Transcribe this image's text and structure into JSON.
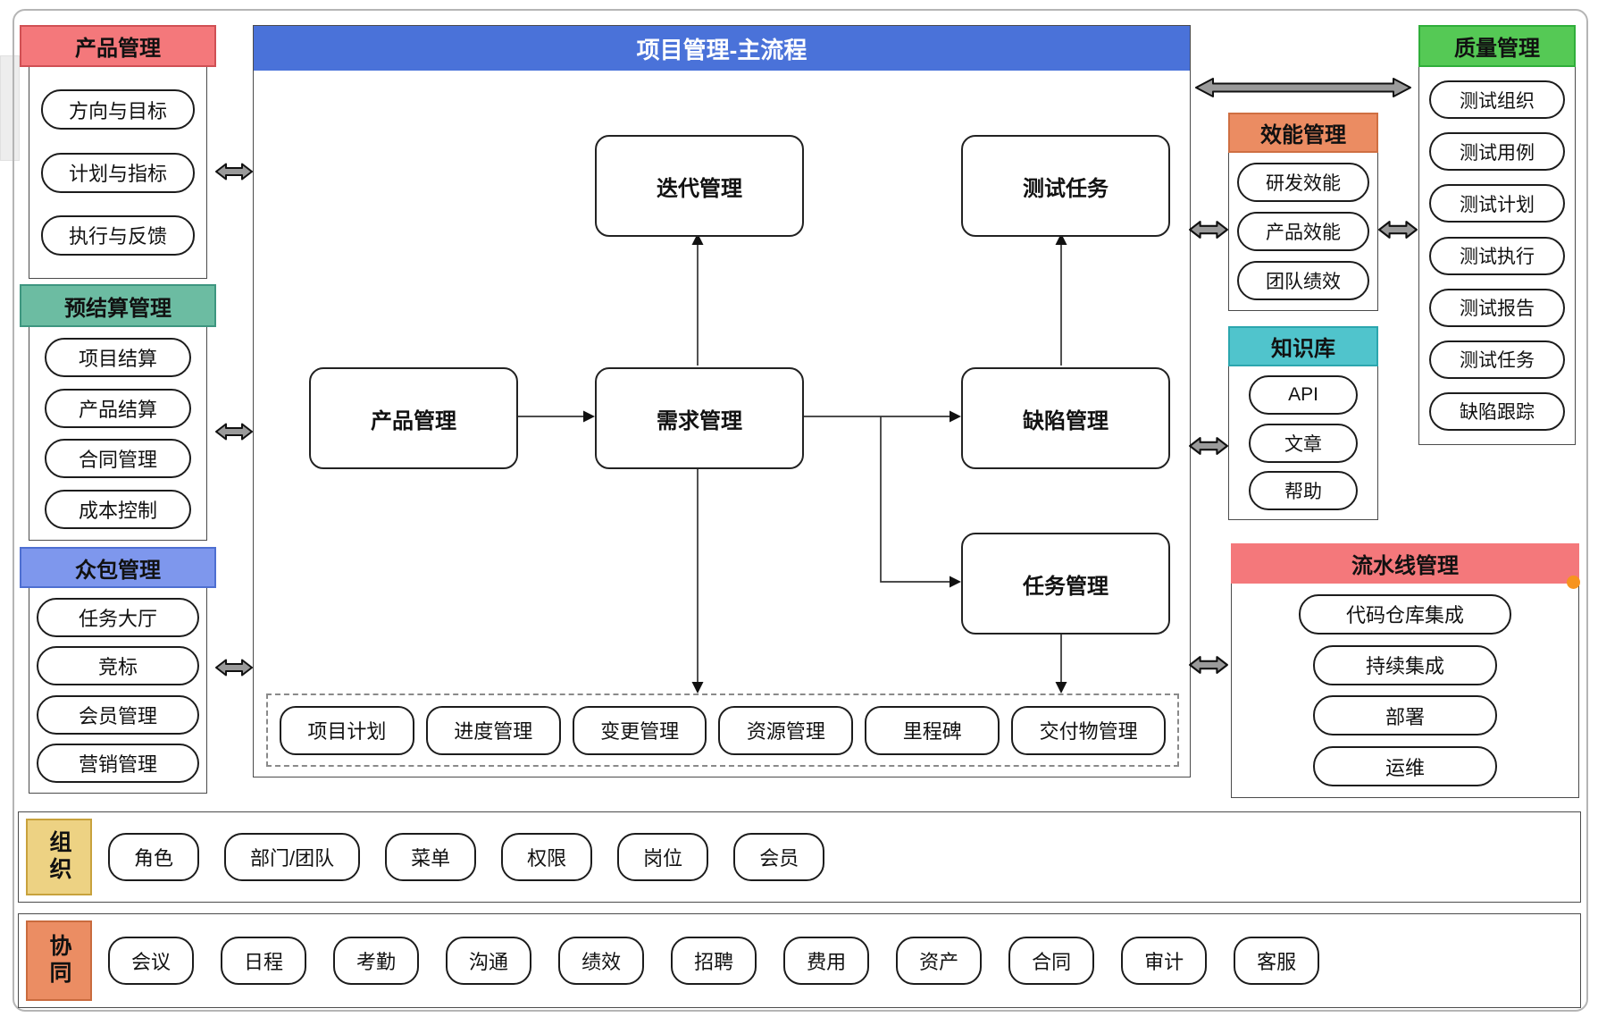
{
  "colors": {
    "red_header": "#F4787B",
    "red_border": "#D05054",
    "green_header": "#6CBCA2",
    "green_border": "#3E9680",
    "blue_header": "#7E97ED",
    "blue_border": "#4E6FD1",
    "main_flow_blue": "#4A72D9",
    "orange_header": "#EB8C62",
    "orange_border": "#CF6F42",
    "teal_header": "#50C4CC",
    "teal_border": "#2BA6AE",
    "quality_green": "#55C955",
    "quality_green_border": "#2FAE3A",
    "pipeline_red": "#F4787B",
    "org_yellow": "#EDD283",
    "org_yellow_border": "#C8A23C",
    "collab_orange": "#EB8D63",
    "collab_orange_border": "#C96B3E",
    "arrow_gray": "#9A9A9A",
    "handle_dot_orange": "#F7941E"
  },
  "left_sections": [
    {
      "title": "产品管理",
      "items": [
        "方向与目标",
        "计划与指标",
        "执行与反馈"
      ]
    },
    {
      "title": "预结算管理",
      "items": [
        "项目结算",
        "产品结算",
        "合同管理",
        "成本控制"
      ]
    },
    {
      "title": "众包管理",
      "items": [
        "任务大厅",
        "竞标",
        "会员管理",
        "营销管理"
      ]
    }
  ],
  "main_flow": {
    "title": "项目管理-主流程",
    "nodes": {
      "iteration": "迭代管理",
      "test_task": "测试任务",
      "product": "产品管理",
      "requirement": "需求管理",
      "defect": "缺陷管理",
      "task": "任务管理"
    },
    "sub_items": [
      "项目计划",
      "进度管理",
      "变更管理",
      "资源管理",
      "里程碑",
      "交付物管理"
    ]
  },
  "right_sections": [
    {
      "title": "效能管理",
      "items": [
        "研发效能",
        "产品效能",
        "团队绩效"
      ]
    },
    {
      "title": "知识库",
      "items": [
        "API",
        "文章",
        "帮助"
      ]
    },
    {
      "title": "质量管理",
      "items": [
        "测试组织",
        "测试用例",
        "测试计划",
        "测试执行",
        "测试报告",
        "测试任务",
        "缺陷跟踪"
      ]
    },
    {
      "title": "流水线管理",
      "items": [
        "代码仓库集成",
        "持续集成",
        "部署",
        "运维"
      ]
    }
  ],
  "bottom_rows": [
    {
      "label": "组织",
      "items": [
        "角色",
        "部门/团队",
        "菜单",
        "权限",
        "岗位",
        "会员"
      ]
    },
    {
      "label": "协同",
      "items": [
        "会议",
        "日程",
        "考勤",
        "沟通",
        "绩效",
        "招聘",
        "费用",
        "资产",
        "合同",
        "审计",
        "客服"
      ]
    }
  ]
}
